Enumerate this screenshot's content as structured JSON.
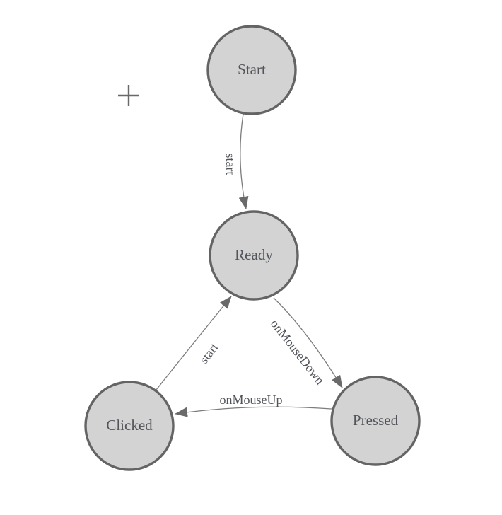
{
  "canvas": {
    "background": "#ffffff"
  },
  "graph": {
    "style": {
      "node_fill": "#d3d3d3",
      "node_border": "#646464",
      "edge_color": "#7d7d7d",
      "arrow_color": "#6a6a6a",
      "label_color": "#515459",
      "crosshair_color": "#696969"
    },
    "nodes": [
      {
        "id": "start",
        "label": "Start"
      },
      {
        "id": "ready",
        "label": "Ready"
      },
      {
        "id": "clicked",
        "label": "Clicked"
      },
      {
        "id": "pressed",
        "label": "Pressed"
      }
    ],
    "edges": [
      {
        "from": "Start",
        "to": "Ready",
        "label": "start"
      },
      {
        "from": "Ready",
        "to": "Pressed",
        "label": "onMouseDown"
      },
      {
        "from": "Pressed",
        "to": "Clicked",
        "label": "onMouseUp"
      },
      {
        "from": "Clicked",
        "to": "Ready",
        "label": "start"
      }
    ]
  }
}
